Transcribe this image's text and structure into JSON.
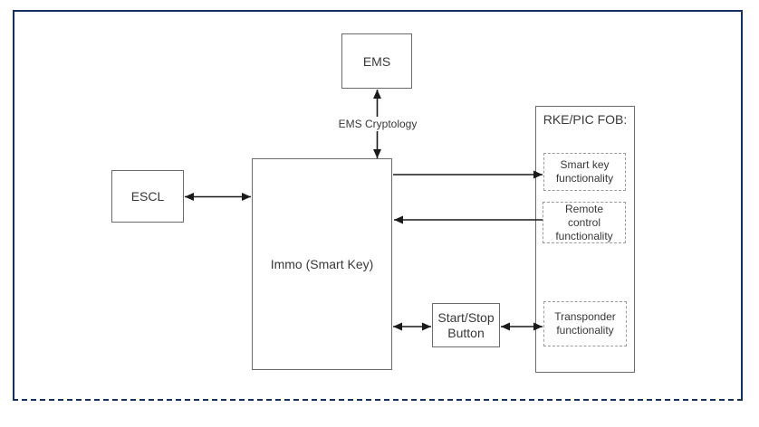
{
  "colors": {
    "frame": "#15315f",
    "box_border": "#6b6b6b",
    "dashed_border": "#9b9b9b",
    "arrow": "#1a1a1a",
    "text": "#383838"
  },
  "nodes": {
    "ems": {
      "label": "EMS"
    },
    "escl": {
      "label": "ESCL"
    },
    "immo": {
      "label": "Immo (Smart Key)"
    },
    "start_stop": {
      "line1": "Start/Stop",
      "line2": "Button"
    },
    "rke_fob": {
      "title": "RKE/PIC FOB:"
    },
    "smart_key": {
      "line1": "Smart key",
      "line2": "functionality"
    },
    "remote_control": {
      "line1": "Remote",
      "line2": "control",
      "line3": "functionality"
    },
    "transponder": {
      "line1": "Transponder",
      "line2": "functionality"
    }
  },
  "labels": {
    "ems_cryptology": "EMS Cryptology"
  }
}
